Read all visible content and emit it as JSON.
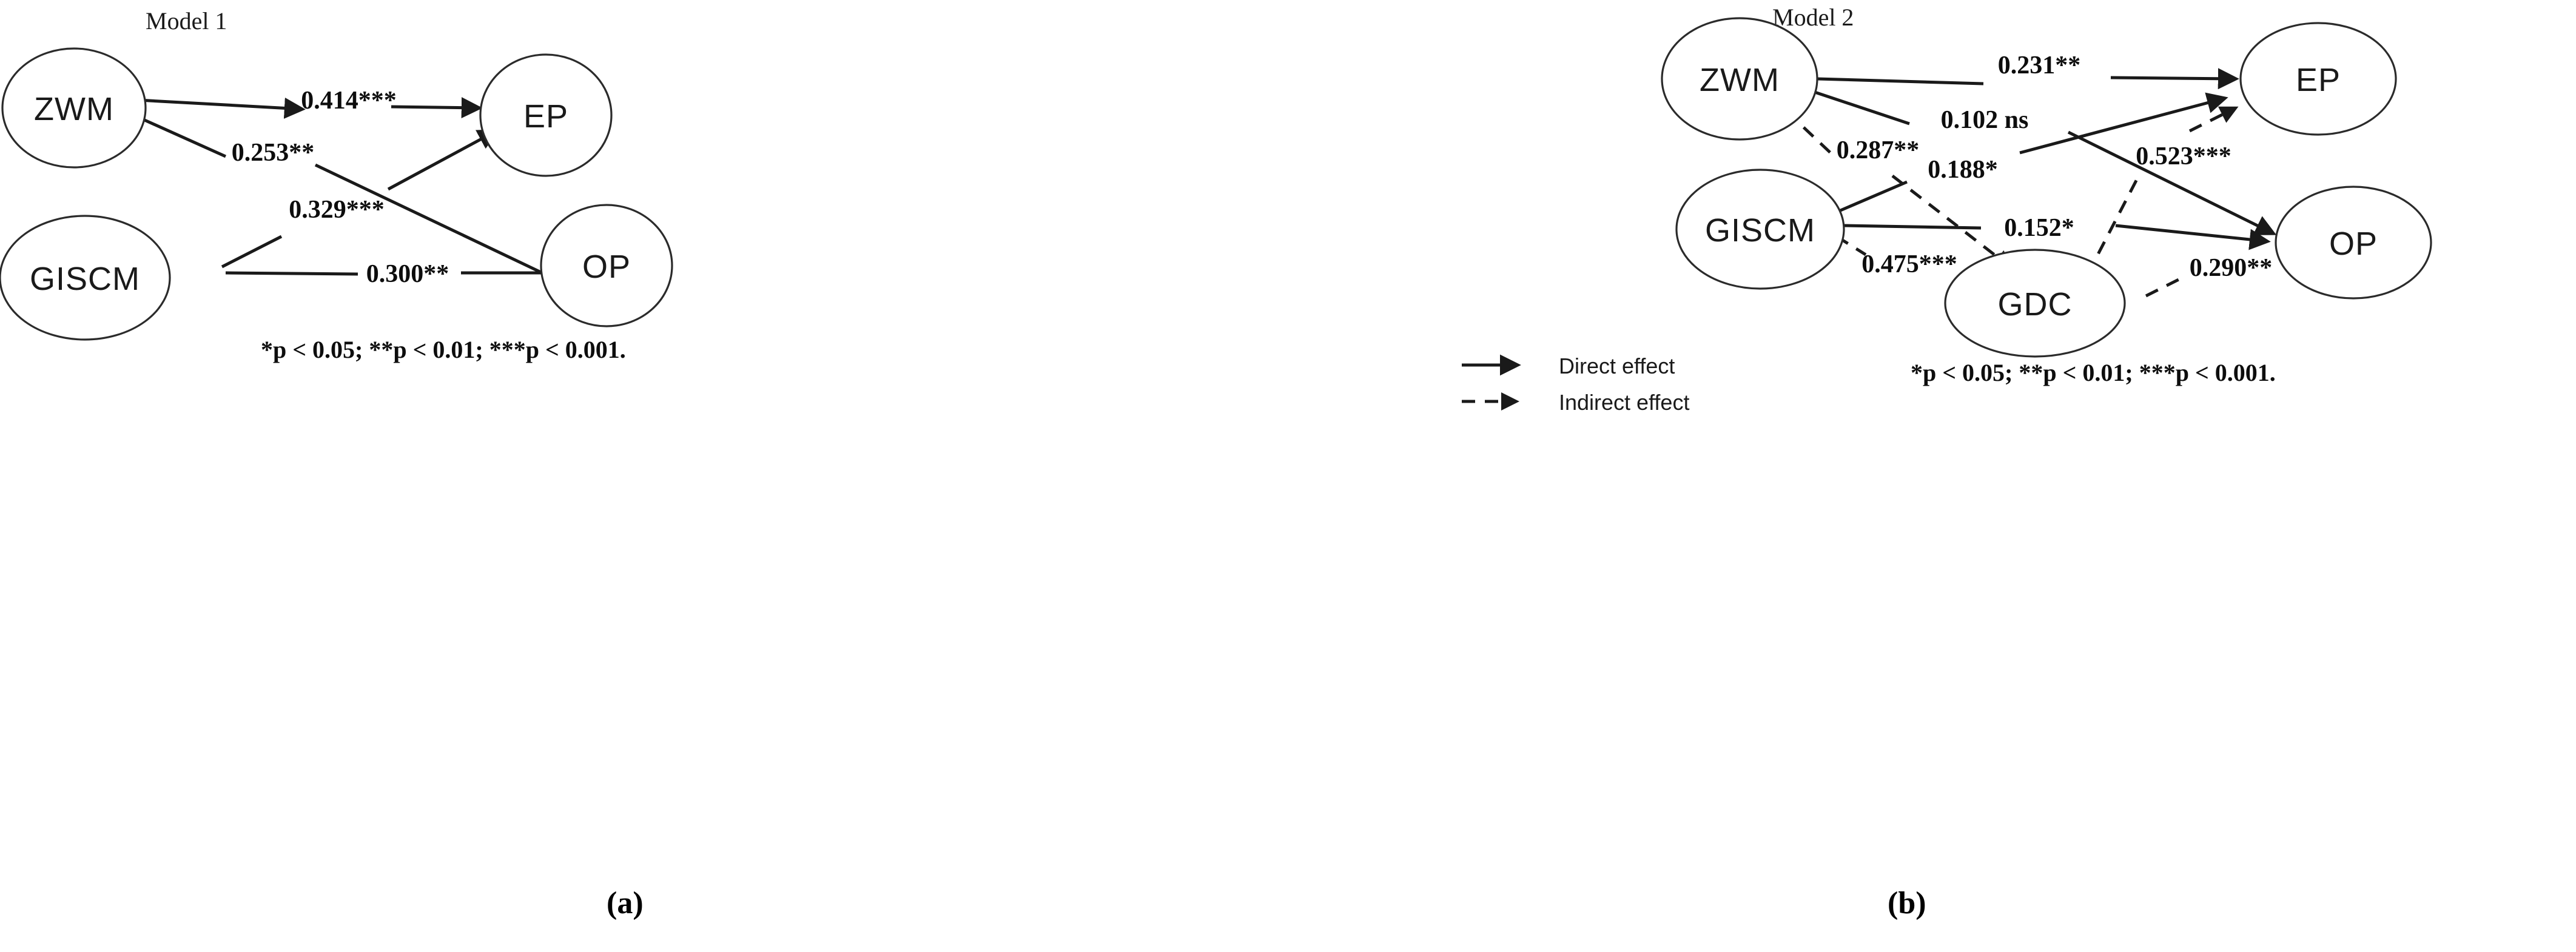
{
  "figure": {
    "caption_a": "(a)",
    "caption_b": "(b)"
  },
  "model1": {
    "title": "Model 1",
    "nodes": [
      {
        "id": "ZWM",
        "label": "ZWM"
      },
      {
        "id": "GISCM",
        "label": "GISCM"
      },
      {
        "id": "EP",
        "label": "EP"
      },
      {
        "id": "OP",
        "label": "OP"
      }
    ],
    "edges": [
      {
        "from": "ZWM",
        "to": "EP",
        "label": "0.414***",
        "style": "solid"
      },
      {
        "from": "ZWM",
        "to": "OP",
        "label": "0.253**",
        "style": "solid"
      },
      {
        "from": "GISCM",
        "to": "EP",
        "label": "0.329***",
        "style": "solid"
      },
      {
        "from": "GISCM",
        "to": "OP",
        "label": "0.300**",
        "style": "solid"
      }
    ],
    "significance_note": "*p < 0.05; **p < 0.01; ***p < 0.001."
  },
  "model2": {
    "title": "Model 2",
    "nodes": [
      {
        "id": "ZWM",
        "label": "ZWM"
      },
      {
        "id": "GISCM",
        "label": "GISCM"
      },
      {
        "id": "GDC",
        "label": "GDC"
      },
      {
        "id": "EP",
        "label": "EP"
      },
      {
        "id": "OP",
        "label": "OP"
      }
    ],
    "edges": [
      {
        "from": "ZWM",
        "to": "EP",
        "label": "0.231**",
        "style": "solid"
      },
      {
        "from": "ZWM",
        "to": "OP",
        "label": "0.102 ns",
        "style": "solid"
      },
      {
        "from": "ZWM",
        "to": "GDC",
        "label": "0.287**",
        "style": "dashed"
      },
      {
        "from": "GISCM",
        "to": "EP",
        "label": "0.188*",
        "style": "solid"
      },
      {
        "from": "GISCM",
        "to": "OP",
        "label": "0.152*",
        "style": "solid"
      },
      {
        "from": "GISCM",
        "to": "GDC",
        "label": "0.475***",
        "style": "dashed"
      },
      {
        "from": "GDC",
        "to": "EP",
        "label": "0.523***",
        "style": "dashed"
      },
      {
        "from": "GDC",
        "to": "OP",
        "label": "0.290**",
        "style": "dashed"
      }
    ],
    "legend": [
      {
        "key": "direct",
        "label": "Direct effect"
      },
      {
        "key": "indirect",
        "label": "Indirect effect"
      }
    ],
    "significance_note": "*p < 0.05; **p < 0.01; ***p < 0.001."
  },
  "chart_data": {
    "type": "diagram",
    "title": "Structural equation path models",
    "panels": [
      {
        "name": "Model 1",
        "caption": "(a)",
        "constructs": [
          "ZWM",
          "GISCM",
          "EP",
          "OP"
        ],
        "paths": [
          {
            "from": "ZWM",
            "to": "EP",
            "coefficient": 0.414,
            "significance": "***",
            "effect": "direct"
          },
          {
            "from": "ZWM",
            "to": "OP",
            "coefficient": 0.253,
            "significance": "**",
            "effect": "direct"
          },
          {
            "from": "GISCM",
            "to": "EP",
            "coefficient": 0.329,
            "significance": "***",
            "effect": "direct"
          },
          {
            "from": "GISCM",
            "to": "OP",
            "coefficient": 0.3,
            "significance": "**",
            "effect": "direct"
          }
        ]
      },
      {
        "name": "Model 2",
        "caption": "(b)",
        "constructs": [
          "ZWM",
          "GISCM",
          "GDC",
          "EP",
          "OP"
        ],
        "paths": [
          {
            "from": "ZWM",
            "to": "EP",
            "coefficient": 0.231,
            "significance": "**",
            "effect": "direct"
          },
          {
            "from": "ZWM",
            "to": "OP",
            "coefficient": 0.102,
            "significance": "ns",
            "effect": "direct"
          },
          {
            "from": "ZWM",
            "to": "GDC",
            "coefficient": 0.287,
            "significance": "**",
            "effect": "indirect"
          },
          {
            "from": "GISCM",
            "to": "EP",
            "coefficient": 0.188,
            "significance": "*",
            "effect": "direct"
          },
          {
            "from": "GISCM",
            "to": "OP",
            "coefficient": 0.152,
            "significance": "*",
            "effect": "direct"
          },
          {
            "from": "GISCM",
            "to": "GDC",
            "coefficient": 0.475,
            "significance": "***",
            "effect": "indirect"
          },
          {
            "from": "GDC",
            "to": "EP",
            "coefficient": 0.523,
            "significance": "***",
            "effect": "indirect"
          },
          {
            "from": "GDC",
            "to": "OP",
            "coefficient": 0.29,
            "significance": "**",
            "effect": "indirect"
          }
        ]
      }
    ],
    "significance_legend": "*p < 0.05; **p < 0.01; ***p < 0.001."
  }
}
